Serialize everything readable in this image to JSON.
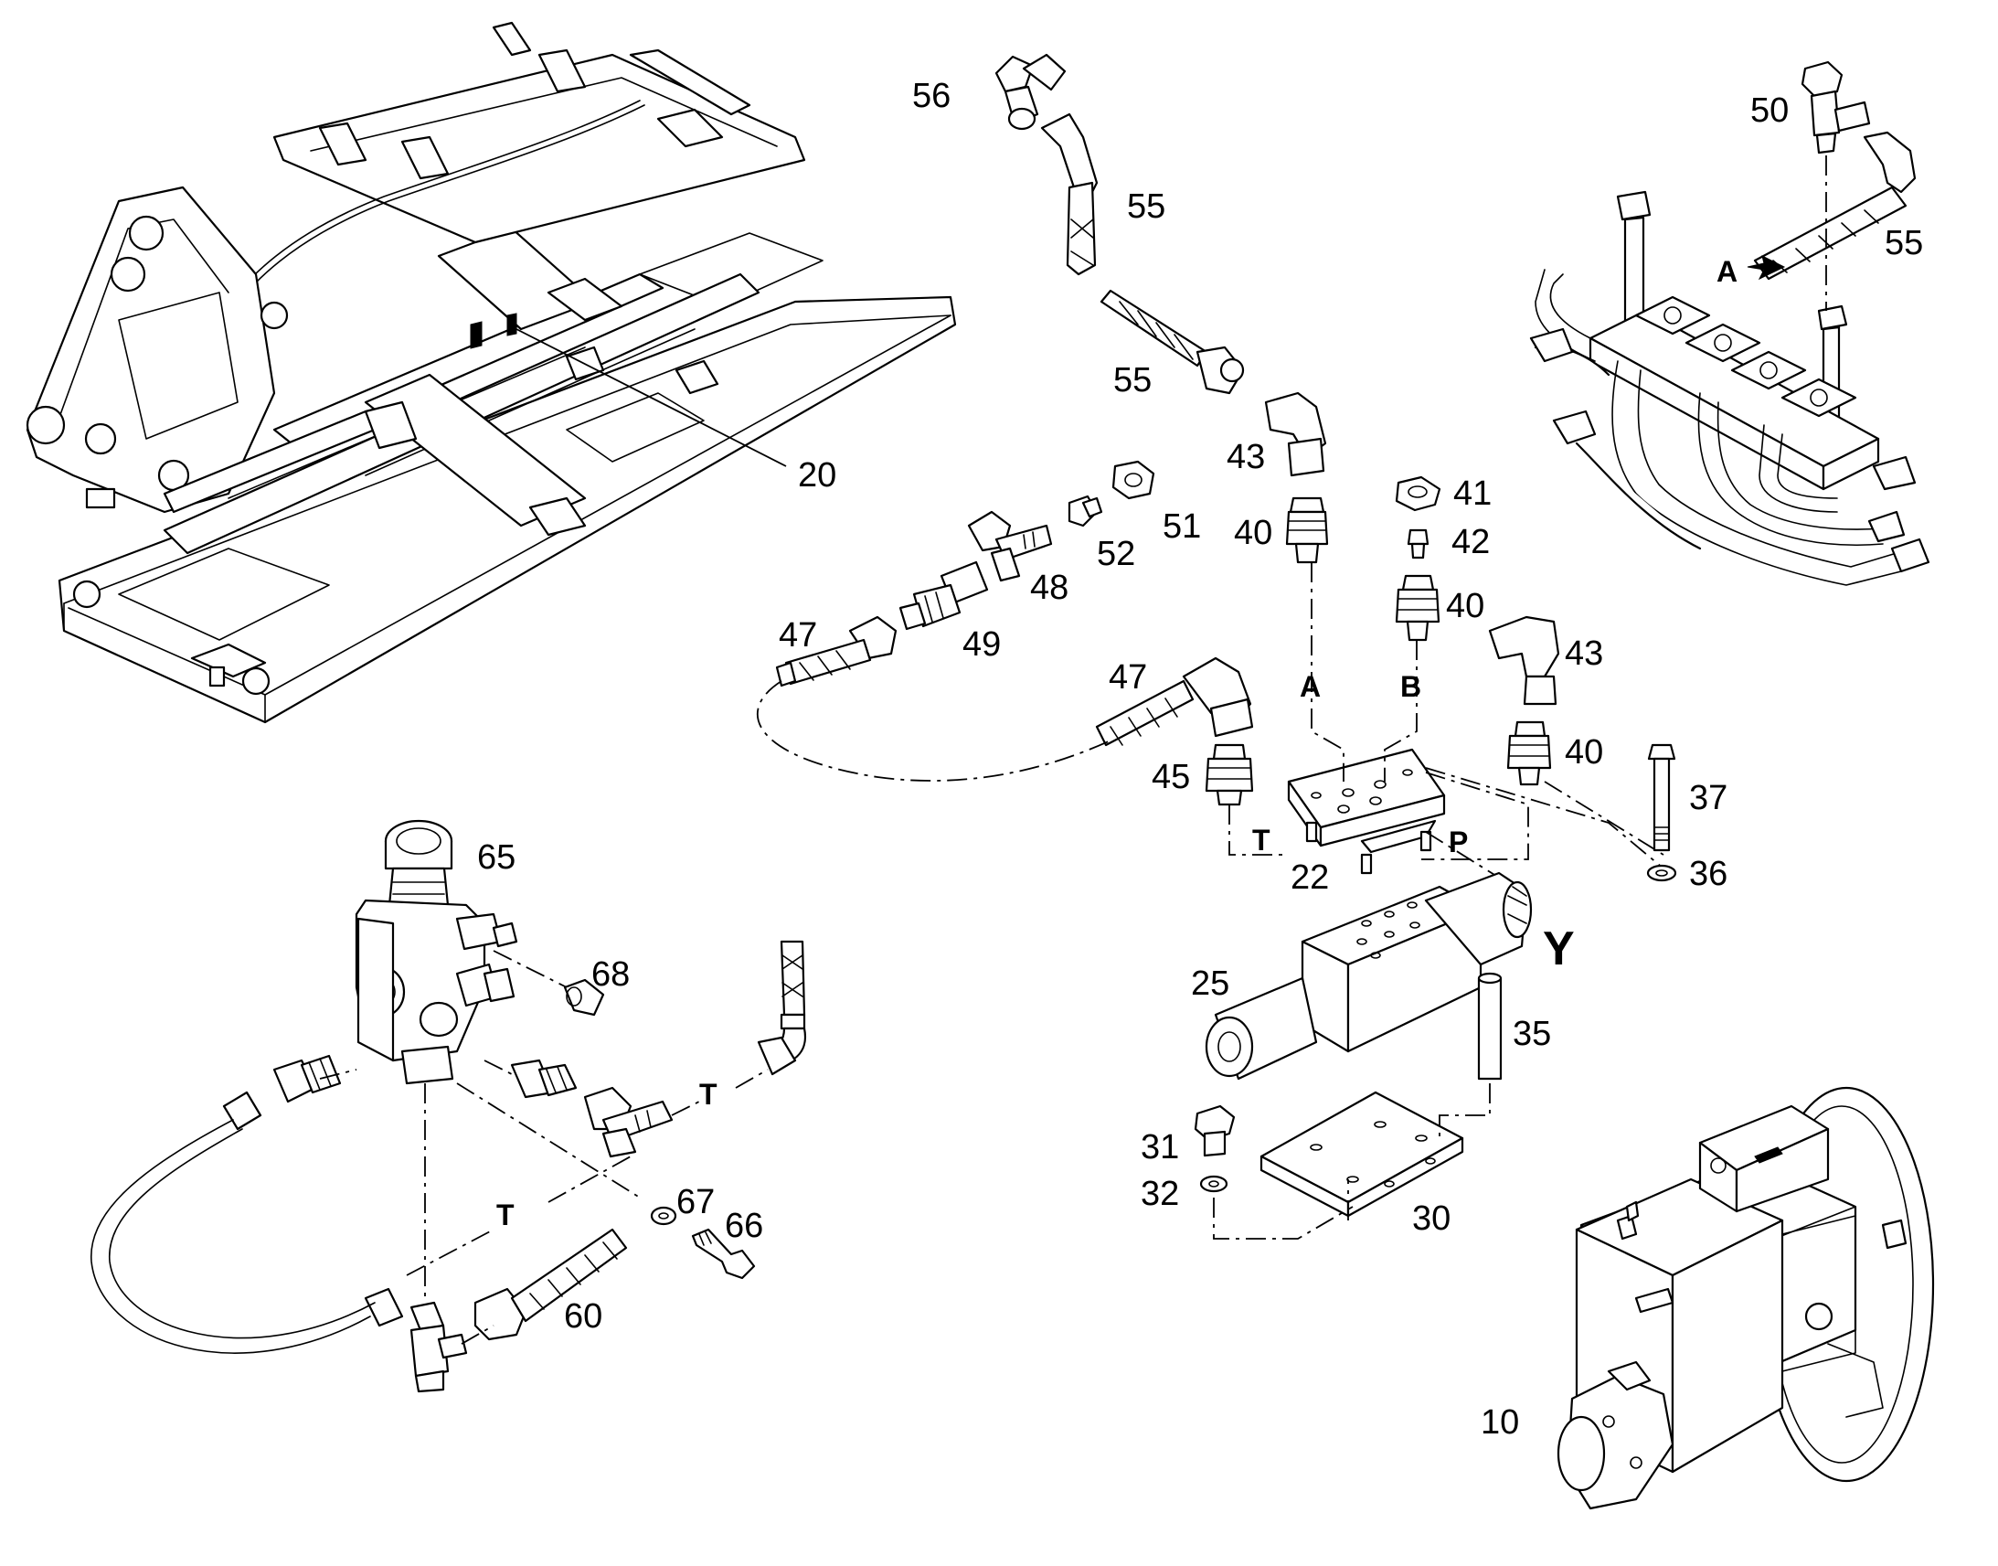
{
  "callouts": {
    "c56": "56",
    "c55a": "55",
    "c55b": "55",
    "c55c": "55",
    "c50": "50",
    "c43a": "43",
    "c43b": "43",
    "c41": "41",
    "c42": "42",
    "c40a": "40",
    "c40b": "40",
    "c40c": "40",
    "c51": "51",
    "c52": "52",
    "c48": "48",
    "c49": "49",
    "c47a": "47",
    "c47b": "47",
    "c45": "45",
    "c20": "20",
    "c22": "22",
    "c37": "37",
    "c36": "36",
    "c35": "35",
    "c25": "25",
    "c65": "65",
    "c68": "68",
    "c67": "67",
    "c66": "66",
    "c60": "60",
    "c31": "31",
    "c32": "32",
    "c30": "30",
    "c10": "10"
  },
  "ports": {
    "a_main": "A",
    "b_main": "B",
    "t_main": "T",
    "p_main": "P",
    "a_detail": "A",
    "t_upper": "T",
    "t_lower": "T"
  },
  "view": {
    "y": "Y"
  }
}
